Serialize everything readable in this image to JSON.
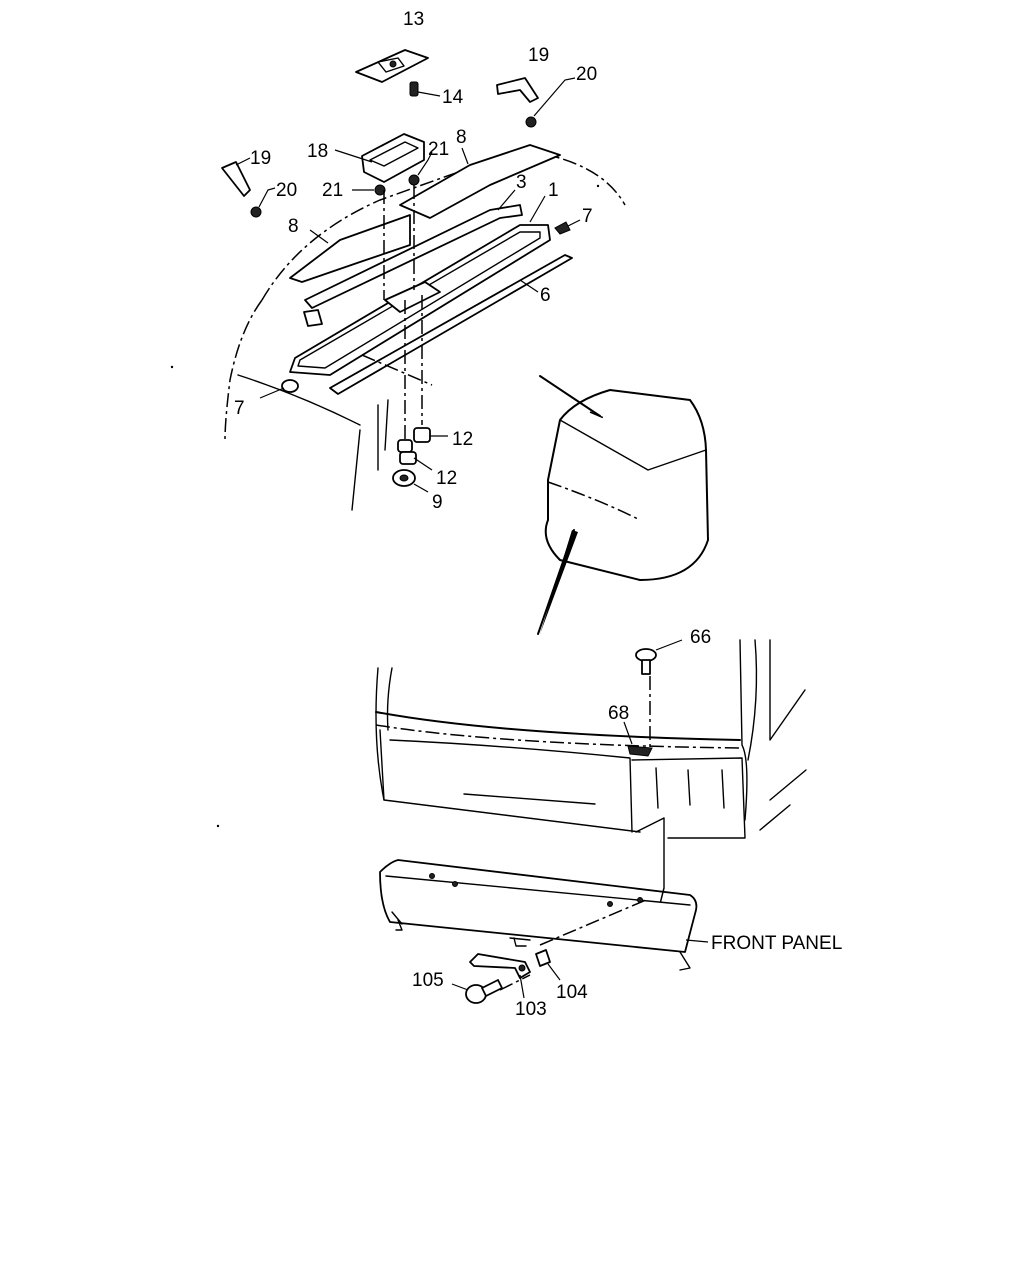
{
  "labels": {
    "l1": "1",
    "l3": "3",
    "l6": "6",
    "l7a": "7",
    "l7b": "7",
    "l8a": "8",
    "l8b": "8",
    "l9": "9",
    "l12a": "12",
    "l12b": "12",
    "l13": "13",
    "l14": "14",
    "l18": "18",
    "l19a": "19",
    "l19b": "19",
    "l20a": "20",
    "l20b": "20",
    "l21a": "21",
    "l21b": "21",
    "l66": "66",
    "l68": "68",
    "l103": "103",
    "l104": "104",
    "l105": "105",
    "front_panel": "FRONT PANEL"
  }
}
